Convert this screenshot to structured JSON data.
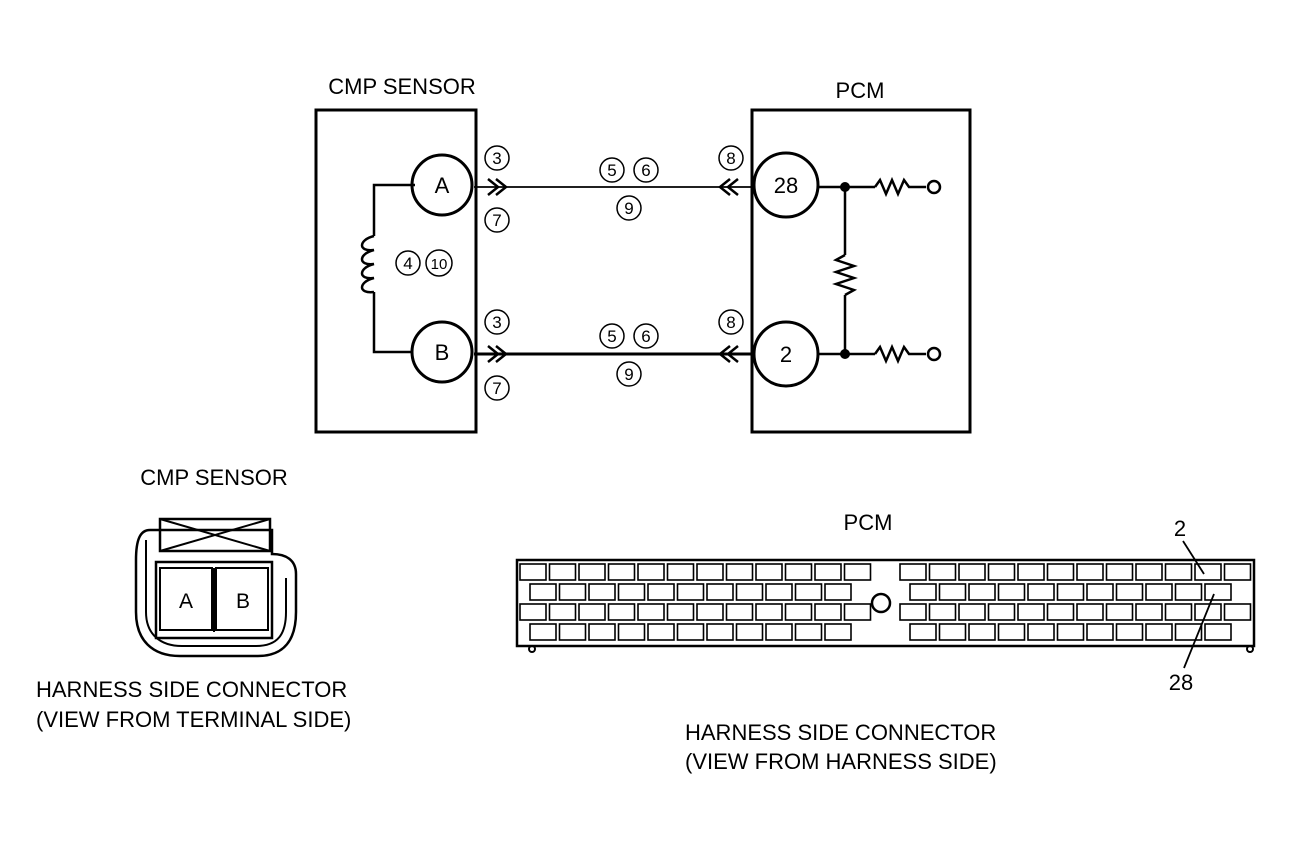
{
  "wiring": {
    "sensor_title": "CMP SENSOR",
    "pcm_title": "PCM",
    "sensor_pins": [
      "A",
      "B"
    ],
    "pcm_pins": [
      "28",
      "2"
    ],
    "circled": {
      "n3": "3",
      "n4": "4",
      "n5": "5",
      "n6": "6",
      "n7": "7",
      "n8": "8",
      "n9": "9",
      "n10": "10"
    }
  },
  "sensor_connector": {
    "title": "CMP SENSOR",
    "cavities": [
      "A",
      "B"
    ],
    "caption_line1": "HARNESS SIDE CONNECTOR",
    "caption_line2": "(VIEW FROM TERMINAL SIDE)"
  },
  "pcm_connector": {
    "title": "PCM",
    "callout_top": "2",
    "callout_bottom": "28",
    "caption_line1": "HARNESS SIDE CONNECTOR",
    "caption_line2": "(VIEW FROM HARNESS SIDE)"
  }
}
